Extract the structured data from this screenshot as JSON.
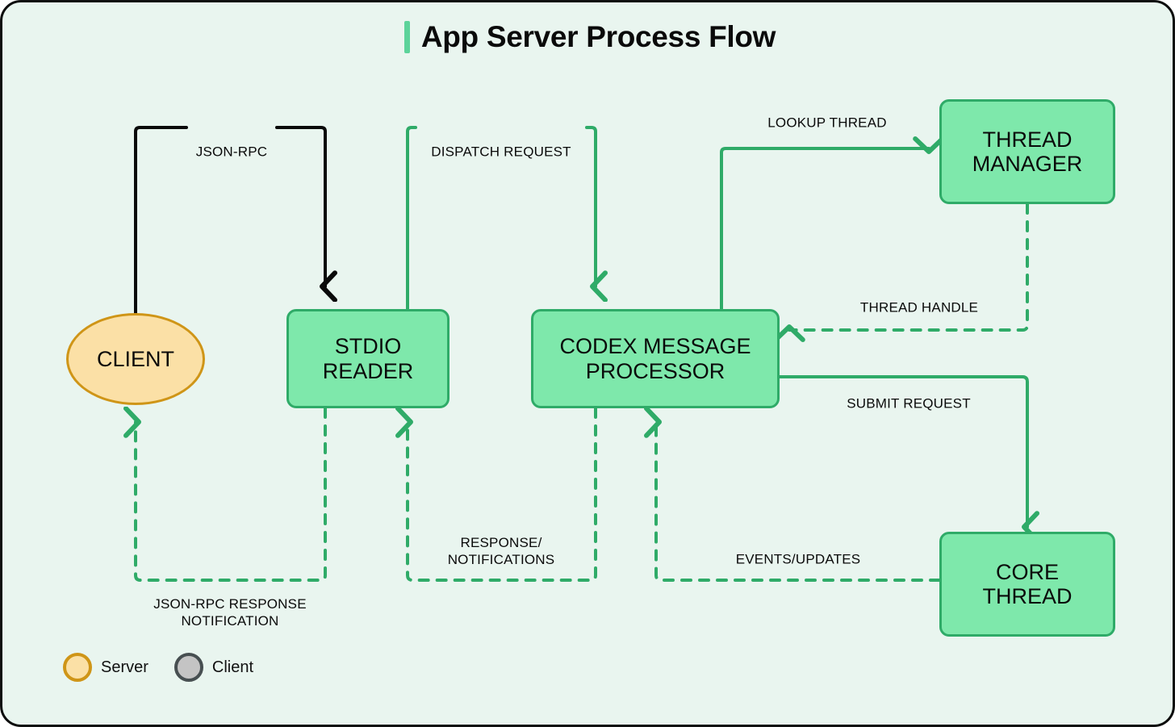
{
  "header": {
    "title": "App Server Process Flow",
    "accent_color": "#5cd39a"
  },
  "theme": {
    "background": "#e9f5ef",
    "frame_border": "#0d0d0d",
    "server_fill": "#fbe0a6",
    "server_stroke": "#cf9517",
    "process_fill": "#7ee8ab",
    "process_stroke": "#2fab68",
    "edge_green": "#2fab68",
    "edge_black": "#0a0a0a",
    "client_swatch_fill": "#c4c4c4",
    "client_swatch_stroke": "#474f51"
  },
  "nodes": [
    {
      "id": "client",
      "label": "CLIENT",
      "shape": "ellipse",
      "kind": "server"
    },
    {
      "id": "stdio",
      "label": "STDIO\nREADER",
      "shape": "box",
      "kind": "process"
    },
    {
      "id": "codex",
      "label": "CODEX MESSAGE\nPROCESSOR",
      "shape": "box",
      "kind": "process"
    },
    {
      "id": "threadmgr",
      "label": "THREAD\nMANAGER",
      "shape": "box",
      "kind": "process"
    },
    {
      "id": "core",
      "label": "CORE\nTHREAD",
      "shape": "box",
      "kind": "process"
    }
  ],
  "node_labels": {
    "client_line1": "CLIENT",
    "stdio_line1": "STDIO",
    "stdio_line2": "READER",
    "codex_line1": "CODEX MESSAGE",
    "codex_line2": "PROCESSOR",
    "threadmgr_line1": "THREAD",
    "threadmgr_line2": "MANAGER",
    "core_line1": "CORE",
    "core_line2": "THREAD"
  },
  "edges": [
    {
      "id": "e1",
      "from": "client",
      "to": "stdio",
      "label": "JSON-RPC",
      "style": "solid",
      "color": "black"
    },
    {
      "id": "e2",
      "from": "stdio",
      "to": "codex",
      "label": "DISPATCH REQUEST",
      "style": "solid",
      "color": "green"
    },
    {
      "id": "e3",
      "from": "codex",
      "to": "threadmgr",
      "label": "LOOKUP THREAD",
      "style": "solid",
      "color": "green"
    },
    {
      "id": "e4",
      "from": "threadmgr",
      "to": "codex",
      "label": "THREAD HANDLE",
      "style": "dashed",
      "color": "green"
    },
    {
      "id": "e5",
      "from": "codex",
      "to": "core",
      "label": "SUBMIT REQUEST",
      "style": "solid",
      "color": "green"
    },
    {
      "id": "e6",
      "from": "core",
      "to": "codex",
      "label": "EVENTS/UPDATES",
      "style": "dashed",
      "color": "green"
    },
    {
      "id": "e7",
      "from": "codex",
      "to": "stdio",
      "label": "RESPONSE/\nNOTIFICATIONS",
      "style": "dashed",
      "color": "green"
    },
    {
      "id": "e8",
      "from": "stdio",
      "to": "client",
      "label": "JSON-RPC RESPONSE\nNOTIFICATION",
      "style": "dashed",
      "color": "green"
    }
  ],
  "edge_labels": {
    "json_rpc": "JSON-RPC",
    "dispatch_request": "DISPATCH REQUEST",
    "lookup_thread": "LOOKUP THREAD",
    "thread_handle": "THREAD HANDLE",
    "submit_request": "SUBMIT REQUEST",
    "events_updates": "EVENTS/UPDATES",
    "response_notifications": "RESPONSE/\nNOTIFICATIONS",
    "json_rpc_response": "JSON-RPC RESPONSE\nNOTIFICATION"
  },
  "legend": {
    "items": [
      {
        "id": "server",
        "label": "Server"
      },
      {
        "id": "client",
        "label": "Client"
      }
    ]
  }
}
